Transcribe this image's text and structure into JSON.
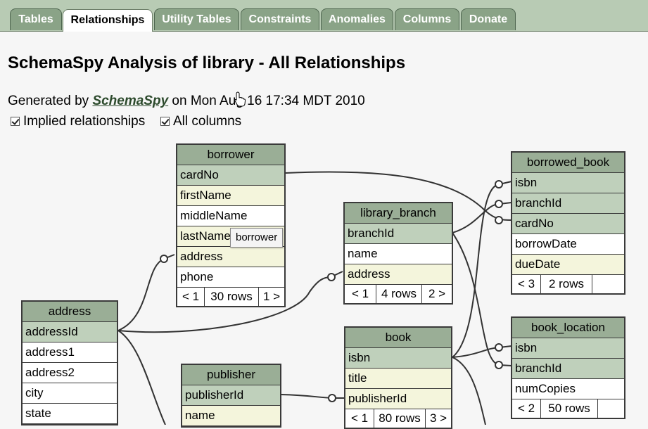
{
  "tabs": [
    {
      "label": "Tables",
      "active": false
    },
    {
      "label": "Relationships",
      "active": true
    },
    {
      "label": "Utility Tables",
      "active": false
    },
    {
      "label": "Constraints",
      "active": false
    },
    {
      "label": "Anomalies",
      "active": false
    },
    {
      "label": "Columns",
      "active": false
    },
    {
      "label": "Donate",
      "active": false
    }
  ],
  "page_title": "SchemaSpy Analysis of library - All Relationships",
  "generated": {
    "prefix": "Generated by ",
    "link": "SchemaSpy",
    "suffix": " on Mon Aug 16 17:34 MDT 2010"
  },
  "options": [
    {
      "label": "Implied relationships",
      "checked": true
    },
    {
      "label": "All columns",
      "checked": true
    }
  ],
  "tooltip": "borrower",
  "tables": {
    "borrower": {
      "name": "borrower",
      "columns": [
        "cardNo",
        "firstName",
        "middleName",
        "lastName",
        "address",
        "phone"
      ],
      "footer": [
        "< 1",
        "30 rows",
        "1 >"
      ]
    },
    "borrowed_book": {
      "name": "borrowed_book",
      "columns": [
        "isbn",
        "branchId",
        "cardNo",
        "borrowDate",
        "dueDate"
      ],
      "footer": [
        "< 3",
        "2 rows",
        ""
      ]
    },
    "library_branch": {
      "name": "library_branch",
      "columns": [
        "branchId",
        "name",
        "address"
      ],
      "footer": [
        "< 1",
        "4 rows",
        "2 >"
      ]
    },
    "address": {
      "name": "address",
      "columns": [
        "addressId",
        "address1",
        "address2",
        "city",
        "state"
      ]
    },
    "book": {
      "name": "book",
      "columns": [
        "isbn",
        "title",
        "publisherId"
      ],
      "footer": [
        "< 1",
        "80 rows",
        "3 >"
      ]
    },
    "book_location": {
      "name": "book_location",
      "columns": [
        "isbn",
        "branchId",
        "numCopies"
      ],
      "footer": [
        "< 2",
        "50 rows",
        ""
      ]
    },
    "publisher": {
      "name": "publisher",
      "columns": [
        "publisherId",
        "name"
      ]
    }
  }
}
